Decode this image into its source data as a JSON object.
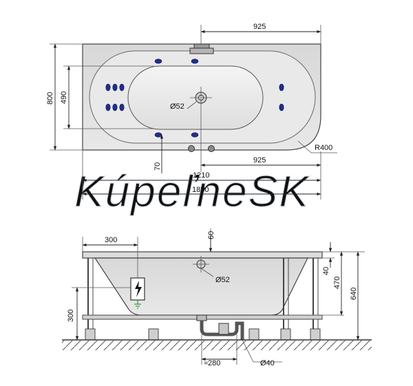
{
  "colors": {
    "tub_fill": "#e3e3e3",
    "tub_edge": "#444444",
    "jet": "#1f2f8f",
    "ground_symbol": "#2e9b3a",
    "watermark": "#dde3ec"
  },
  "watermark_text": "KúpeľneSK",
  "top_view": {
    "dims": {
      "width_925_top": "925",
      "height_800": "800",
      "inner_490": "490",
      "drain_d52": "Ø52",
      "radius_r400": "R400",
      "offset_70": "70",
      "drain_925": "925",
      "drain_1210": "1210",
      "total_1850": "1850"
    }
  },
  "side_view": {
    "dims": {
      "overflow_300": "300",
      "offset_60": "60",
      "overflow_d52": "Ø52",
      "rim_40": "40",
      "depth_470": "470",
      "height_640": "640",
      "socket_height_300": "300",
      "siphon_280": "≈280",
      "outlet_d40": "Ø40"
    },
    "icons": [
      "electrical-hazard-icon",
      "ground-icon"
    ]
  }
}
